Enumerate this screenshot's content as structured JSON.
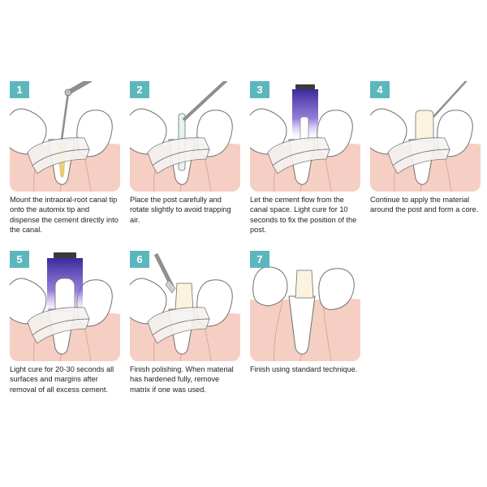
{
  "colors": {
    "badge": "#5bb7bd",
    "gum": "#f5cfc3",
    "tooth": "#ffffff",
    "outline": "#6f6f6f",
    "matrix": "#f6f3f1",
    "cement_light": "#5a3fb0",
    "core": "#fbf3df"
  },
  "steps": [
    {
      "number": "1",
      "text": "Mount the intraoral-root canal tip onto the automix tip and dispense the cement directly into the canal.",
      "icon": "automix-syringe-icon"
    },
    {
      "number": "2",
      "text": "Place the post carefully and rotate slightly to avoid trapping air.",
      "icon": "post-insertion-icon"
    },
    {
      "number": "3",
      "text": "Let the cement flow from the canal space. Light cure for 10 seconds to fix the position of the post.",
      "icon": "curing-light-icon"
    },
    {
      "number": "4",
      "text": "Continue to apply the material around the post and form a core.",
      "icon": "core-buildup-icon"
    },
    {
      "number": "5",
      "text": "Light cure for 20-30 seconds all surfaces and margins after removal of all excess cement.",
      "icon": "curing-light-icon"
    },
    {
      "number": "6",
      "text": "Finish polishing. When material has hardened fully, remove matrix if one was used.",
      "icon": "polishing-bur-icon"
    },
    {
      "number": "7",
      "text": "Finish using standard technique.",
      "icon": "finished-core-icon"
    }
  ]
}
